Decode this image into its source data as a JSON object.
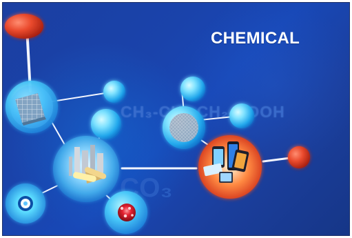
{
  "image": {
    "title": "CHEMICAL",
    "formula_text": "CH₃-CH₂-CH₂-COOH",
    "molecule_text": "CO₃",
    "faint_heading": "",
    "faint_subheading": ""
  },
  "colors": {
    "background_primary": "#1b45b0",
    "background_dark": "#163687",
    "accent_red": "#e5452d",
    "bond_white": "#f4f7ff",
    "node_blue": "#35b7f5",
    "node_light_blue": "#7ddcff"
  },
  "icons": {
    "solar_panel": "solar-panel-icon",
    "industrial_cluster": "industrial-cluster-icon",
    "smart_devices": "smart-devices-icon",
    "lens_target": "lens-target-icon",
    "red_particles": "particles-icon"
  }
}
